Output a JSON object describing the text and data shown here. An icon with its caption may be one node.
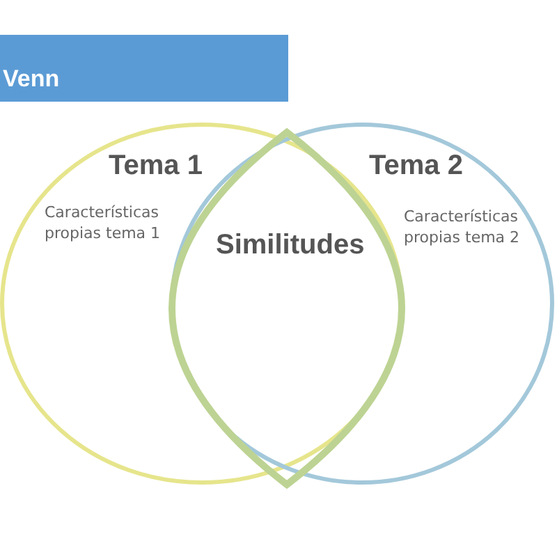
{
  "diagram": {
    "title": "Venn",
    "nodes": [
      {
        "text": [
          "Tema 1",
          "Características propias tema 1"
        ]
      },
      {
        "text": [
          "Tema 2",
          "Características propias tema 2"
        ]
      },
      {
        "text": [
          "Similitudes"
        ]
      }
    ],
    "edges": []
  }
}
